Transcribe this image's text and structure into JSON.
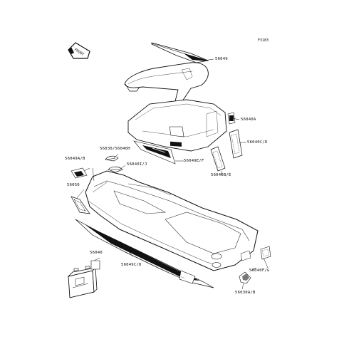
{
  "figure_number": "F3183",
  "front_badge": "FRONT",
  "parts": [
    {
      "id": "p1",
      "label": "56049"
    },
    {
      "id": "p2",
      "label": "56040A"
    },
    {
      "id": "p3",
      "label": "56030/56040H"
    },
    {
      "id": "p4",
      "label": "56040C/D"
    },
    {
      "id": "p5",
      "label": "56049E/F"
    },
    {
      "id": "p6",
      "label": "56040I/J"
    },
    {
      "id": "p7",
      "label": "56049A/B"
    },
    {
      "id": "p8",
      "label": "56040B/E"
    },
    {
      "id": "p9",
      "label": "56050"
    },
    {
      "id": "p10",
      "label": "56040"
    },
    {
      "id": "p11",
      "label": "56049C/D"
    },
    {
      "id": "p12",
      "label": "56040F/G"
    },
    {
      "id": "p13",
      "label": "56030A/B"
    }
  ]
}
